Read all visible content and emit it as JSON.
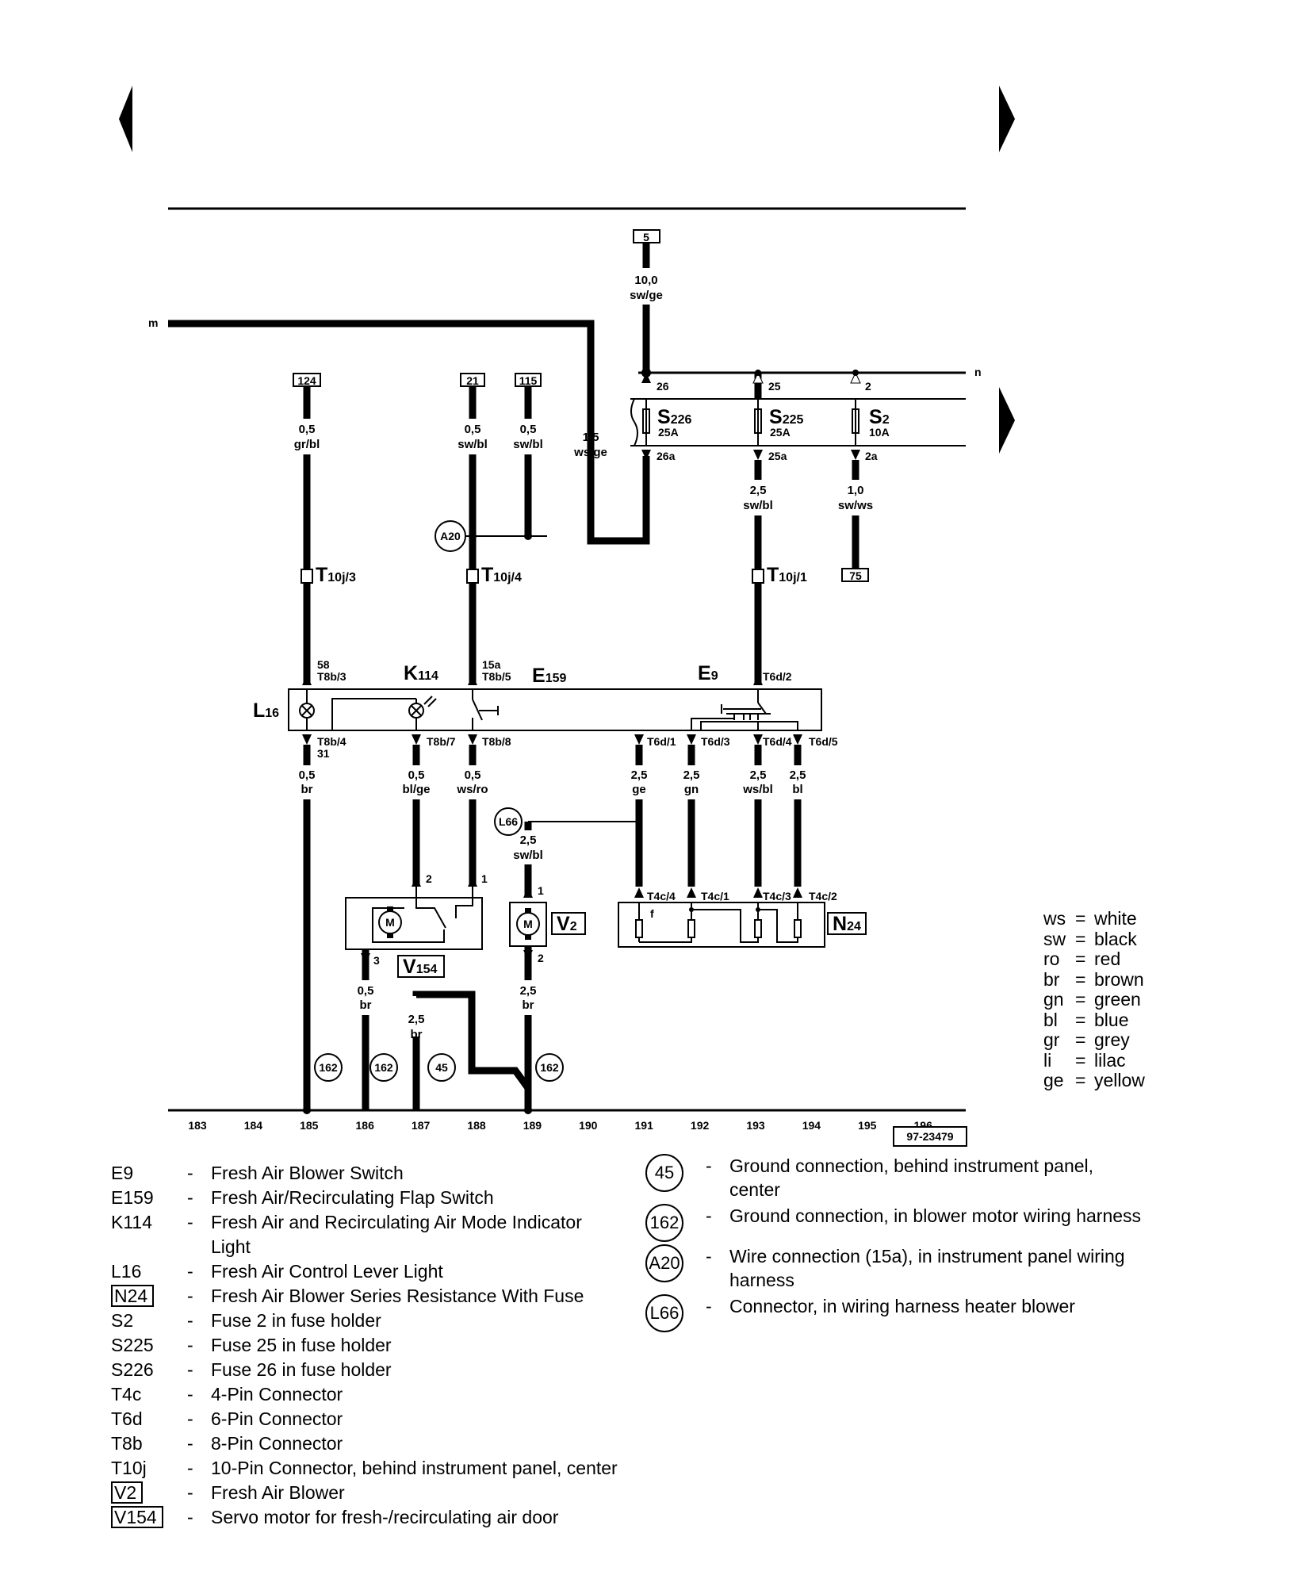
{
  "page_ref": "97-23479",
  "edge_markers": {
    "left": "m",
    "right": "n"
  },
  "track_numbers": [
    "183",
    "184",
    "185",
    "186",
    "187",
    "188",
    "189",
    "190",
    "191",
    "192",
    "193",
    "194",
    "195",
    "196"
  ],
  "ref_boxes": {
    "top": "5",
    "r124": "124",
    "r21": "21",
    "r115": "115",
    "r75": "75"
  },
  "wires": {
    "w_top": {
      "size": "10,0",
      "color": "sw/ge"
    },
    "w124": {
      "size": "0,5",
      "color": "gr/bl"
    },
    "w21": {
      "size": "0,5",
      "color": "sw/bl"
    },
    "w115": {
      "size": "0,5",
      "color": "sw/bl"
    },
    "wm": {
      "size": "1,5",
      "color": "ws/ge"
    },
    "w25a": {
      "size": "2,5",
      "color": "sw/bl"
    },
    "w2a": {
      "size": "1,0",
      "color": "sw/ws"
    },
    "w185": {
      "size": "0,5",
      "color": "br"
    },
    "w187a": {
      "size": "0,5",
      "color": "bl/ge"
    },
    "w188": {
      "size": "0,5",
      "color": "ws/ro"
    },
    "w191": {
      "size": "2,5",
      "color": "ge"
    },
    "w192": {
      "size": "2,5",
      "color": "gn"
    },
    "w193": {
      "size": "2,5",
      "color": "ws/bl"
    },
    "w194": {
      "size": "2,5",
      "color": "bl"
    },
    "w189a": {
      "size": "2,5",
      "color": "sw/bl"
    },
    "w186": {
      "size": "0,5",
      "color": "br"
    },
    "w187": {
      "size": "2,5",
      "color": "br"
    },
    "w189": {
      "size": "2,5",
      "color": "br"
    }
  },
  "fuses": {
    "s226": {
      "name": "S",
      "sub": "226",
      "rating": "25A",
      "pin_in": "26",
      "pin_out": "26a"
    },
    "s225": {
      "name": "S",
      "sub": "225",
      "rating": "25A",
      "pin_in": "25",
      "pin_out": "25a"
    },
    "s2": {
      "name": "S",
      "sub": "2",
      "rating": "10A",
      "pin_in": "2",
      "pin_out": "2a"
    }
  },
  "connectors": {
    "t10j3": {
      "name": "T",
      "sub": "10j/3"
    },
    "t10j4": {
      "name": "T",
      "sub": "10j/4"
    },
    "t10j1": {
      "name": "T",
      "sub": "10j/1"
    }
  },
  "pins": {
    "p58": "58",
    "t8b3": "T8b/3",
    "p15a": "15a",
    "t8b5": "T8b/5",
    "t6d2": "T6d/2",
    "t8b4": "T8b/4",
    "p31": "31",
    "t8b7": "T8b/7",
    "t8b8": "T8b/8",
    "t6d1": "T6d/1",
    "t6d3": "T6d/3",
    "t6d4": "T6d/4",
    "t6d5": "T6d/5",
    "t4c4": "T4c/4",
    "t4c1": "T4c/1",
    "t4c3": "T4c/3",
    "t4c2": "T4c/2",
    "v154_2": "2",
    "v154_1": "1",
    "v154_3": "3",
    "v2_1": "1",
    "v2_2": "2"
  },
  "components": {
    "l16": {
      "name": "L",
      "sub": "16"
    },
    "k114": {
      "name": "K",
      "sub": "114"
    },
    "e159": {
      "name": "E",
      "sub": "159"
    },
    "e9": {
      "name": "E",
      "sub": "9"
    },
    "v154": {
      "name": "V",
      "sub": "154"
    },
    "v2": {
      "name": "V",
      "sub": "2"
    },
    "n24": {
      "name": "N",
      "sub": "24"
    },
    "motor": "M"
  },
  "circles": {
    "a20": "A20",
    "l66": "L66",
    "g162": "162",
    "g45": "45"
  },
  "legend": [
    {
      "sym": "E9",
      "boxed": false,
      "desc": "Fresh Air Blower Switch"
    },
    {
      "sym": "E159",
      "boxed": false,
      "desc": "Fresh Air/Recirculating Flap Switch"
    },
    {
      "sym": "K114",
      "boxed": false,
      "desc": "Fresh Air and Recirculating Air Mode Indicator Light"
    },
    {
      "sym": "L16",
      "boxed": false,
      "desc": "Fresh Air Control Lever Light"
    },
    {
      "sym": "N24",
      "boxed": true,
      "desc": "Fresh Air Blower Series Resistance With Fuse"
    },
    {
      "sym": "S2",
      "boxed": false,
      "desc": "Fuse 2 in fuse holder"
    },
    {
      "sym": "S225",
      "boxed": false,
      "desc": "Fuse 25 in fuse holder"
    },
    {
      "sym": "S226",
      "boxed": false,
      "desc": "Fuse 26 in fuse holder"
    },
    {
      "sym": "T4c",
      "boxed": false,
      "desc": "4-Pin Connector"
    },
    {
      "sym": "T6d",
      "boxed": false,
      "desc": "6-Pin Connector"
    },
    {
      "sym": "T8b",
      "boxed": false,
      "desc": "8-Pin Connector"
    },
    {
      "sym": "T10j",
      "boxed": false,
      "desc": "10-Pin Connector, behind instrument panel, center"
    },
    {
      "sym": "V2",
      "boxed": true,
      "desc": "Fresh Air Blower"
    },
    {
      "sym": "V154",
      "boxed": true,
      "desc": "Servo motor for fresh-/recirculating air door"
    }
  ],
  "legend_dash": "-",
  "ground_legend": [
    {
      "sym": "45",
      "desc": "Ground connection, behind instrument panel, center"
    },
    {
      "sym": "162",
      "desc": "Ground connection, in blower motor wiring harness"
    },
    {
      "sym": "A20",
      "desc": "Wire connection (15a), in instrument panel wiring harness"
    },
    {
      "sym": "L66",
      "desc": "Connector, in wiring harness heater blower"
    }
  ],
  "color_codes": [
    {
      "code": "ws",
      "name": "white"
    },
    {
      "code": "sw",
      "name": "black"
    },
    {
      "code": "ro",
      "name": "red"
    },
    {
      "code": "br",
      "name": "brown"
    },
    {
      "code": "gn",
      "name": "green"
    },
    {
      "code": "bl",
      "name": "blue"
    },
    {
      "code": "gr",
      "name": "grey"
    },
    {
      "code": "li",
      "name": "lilac"
    },
    {
      "code": "ge",
      "name": "yellow"
    }
  ],
  "color_eq": "="
}
